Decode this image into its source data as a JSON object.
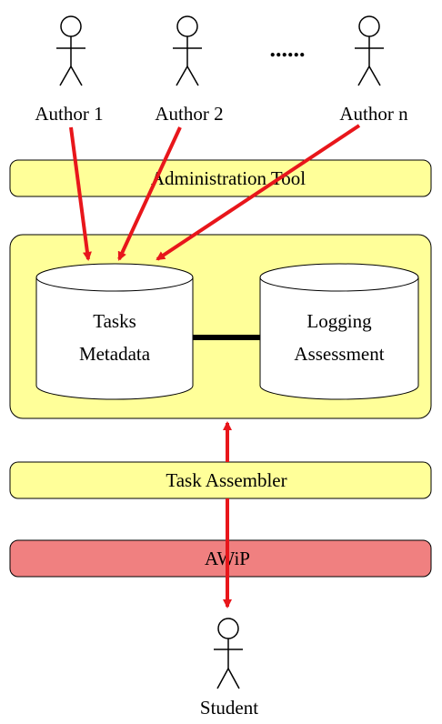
{
  "actors": {
    "author1": "Author 1",
    "author2": "Author 2",
    "authorn": "Author n",
    "ellipsis": "......",
    "student": "Student"
  },
  "bars": {
    "admin_tool": "Administration Tool",
    "task_assembler": "Task Assembler",
    "awip": "AWiP"
  },
  "databases": {
    "tasks_line1": "Tasks",
    "tasks_line2": "Metadata",
    "logging_line1": "Logging",
    "logging_line2": "Assessment"
  },
  "colors": {
    "yellow_fill": "#ffff99",
    "red_fill": "#f08080",
    "arrow": "#e8161b",
    "outline": "#000000"
  }
}
